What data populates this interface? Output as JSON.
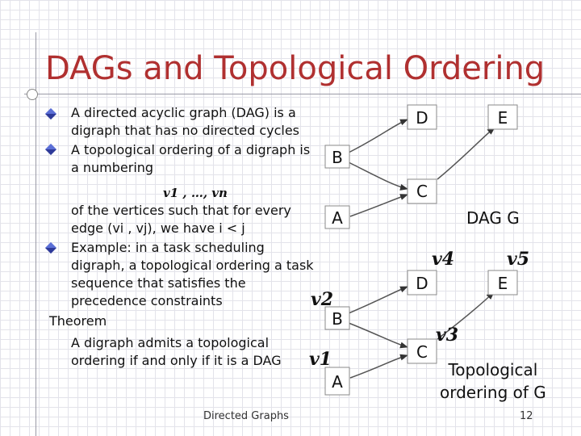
{
  "slide": {
    "title": "DAGs and Topological Ordering",
    "bullets": [
      {
        "lines": [
          "A directed acyclic graph (DAG) is a",
          "digraph that has no directed cycles"
        ]
      },
      {
        "lines": [
          "A topological ordering of a digraph is",
          "a numbering"
        ]
      },
      {
        "lines": [
          "Example: in a task scheduling",
          "digraph, a topological ordering a task",
          "sequence that satisfies the",
          "precedence constraints"
        ]
      }
    ],
    "sequence": "v1 , …, vn",
    "continuation": [
      "of the vertices such that for every",
      "edge (vi , vj), we have i < j"
    ],
    "theorem_label": "Theorem",
    "theorem_lines": [
      "A digraph admits a topological",
      "ordering if and only if it is a DAG"
    ],
    "footer": "Directed Graphs",
    "page_number": "12"
  },
  "dag": {
    "label": "DAG G",
    "nodes": [
      "D",
      "E",
      "B",
      "C",
      "A"
    ]
  },
  "ordering": {
    "caption_line1": "Topological",
    "caption_line2": "ordering of G",
    "nodes": [
      "D",
      "E",
      "B",
      "C",
      "A"
    ],
    "indices": [
      "v4",
      "v5",
      "v2",
      "v3",
      "v1"
    ]
  }
}
